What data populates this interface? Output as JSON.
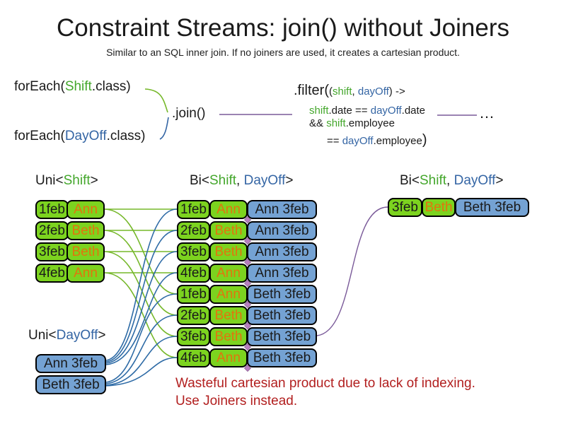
{
  "header": {
    "title": "Constraint Streams: join() without Joiners",
    "subtitle": "Similar to an SQL inner join. If no joiners are used, it creates a cartesian product."
  },
  "code": {
    "foreach_shift": {
      "pre": "forEach(",
      "cls": "Shift",
      "post": ".class)"
    },
    "foreach_dayoff": {
      "pre": "forEach(",
      "cls": "DayOff",
      "post": ".class)"
    },
    "join": ".join()",
    "filter": {
      "big": ".filter(",
      "args_open": "(",
      "arg_shift": "shift",
      "args_comma": ", ",
      "arg_dayoff": "dayOff",
      "args_close": ") ->",
      "l2_shift": "shift",
      "l2_mid": ".date == ",
      "l2_dayoff": "dayOff",
      "l2_end": ".date",
      "l3_pre": "&& ",
      "l3_shift": "shift",
      "l3_end": ".employee",
      "l4_pre": "== ",
      "l4_dayoff": "dayOff",
      "l4_end": ".employee",
      "l4_paren": ")"
    },
    "ellipsis": "…"
  },
  "labels": {
    "uni_shift": {
      "pre": "Uni<",
      "type1": "Shift",
      "post": ">"
    },
    "bi_mid": {
      "pre": "Bi<",
      "type1": "Shift",
      "comma": ", ",
      "type2": "DayOff",
      "post": ">"
    },
    "bi_right": {
      "pre": "Bi<",
      "type1": "Shift",
      "comma": ", ",
      "type2": "DayOff",
      "post": ">"
    },
    "uni_dayoff": {
      "pre": "Uni<",
      "type1": "DayOff",
      "post": ">"
    }
  },
  "uni_shift_rows": [
    {
      "date": "1feb",
      "name": "Ann"
    },
    {
      "date": "2feb",
      "name": "Beth"
    },
    {
      "date": "3feb",
      "name": "Beth"
    },
    {
      "date": "4feb",
      "name": "Ann"
    }
  ],
  "bi_rows": [
    {
      "date": "1feb",
      "name": "Ann",
      "pair": "Ann 3feb"
    },
    {
      "date": "2feb",
      "name": "Beth",
      "pair": "Ann 3feb"
    },
    {
      "date": "3feb",
      "name": "Beth",
      "pair": "Ann 3feb"
    },
    {
      "date": "4feb",
      "name": "Ann",
      "pair": "Ann 3feb"
    },
    {
      "date": "1feb",
      "name": "Ann",
      "pair": "Beth 3feb"
    },
    {
      "date": "2feb",
      "name": "Beth",
      "pair": "Beth 3feb"
    },
    {
      "date": "3feb",
      "name": "Beth",
      "pair": "Beth 3feb"
    },
    {
      "date": "4feb",
      "name": "Ann",
      "pair": "Beth 3feb"
    }
  ],
  "result_row": {
    "date": "3feb",
    "name": "Beth",
    "pair": "Beth 3feb"
  },
  "uni_dayoff_rows": [
    {
      "label": "Ann 3feb"
    },
    {
      "label": "Beth 3feb"
    }
  ],
  "note": {
    "line1": "Wasteful cartesian product due to lack of indexing.",
    "line2": "Use Joiners instead."
  },
  "colors": {
    "shift_box_green": "#7cd31f",
    "dayoff_box_blue": "#74a2d3",
    "employee_orange": "#e2740e",
    "type_green": "#44a72c",
    "type_blue": "#3465a4",
    "join_purple": "#7a5a99",
    "warning_red": "#b21f1f"
  }
}
